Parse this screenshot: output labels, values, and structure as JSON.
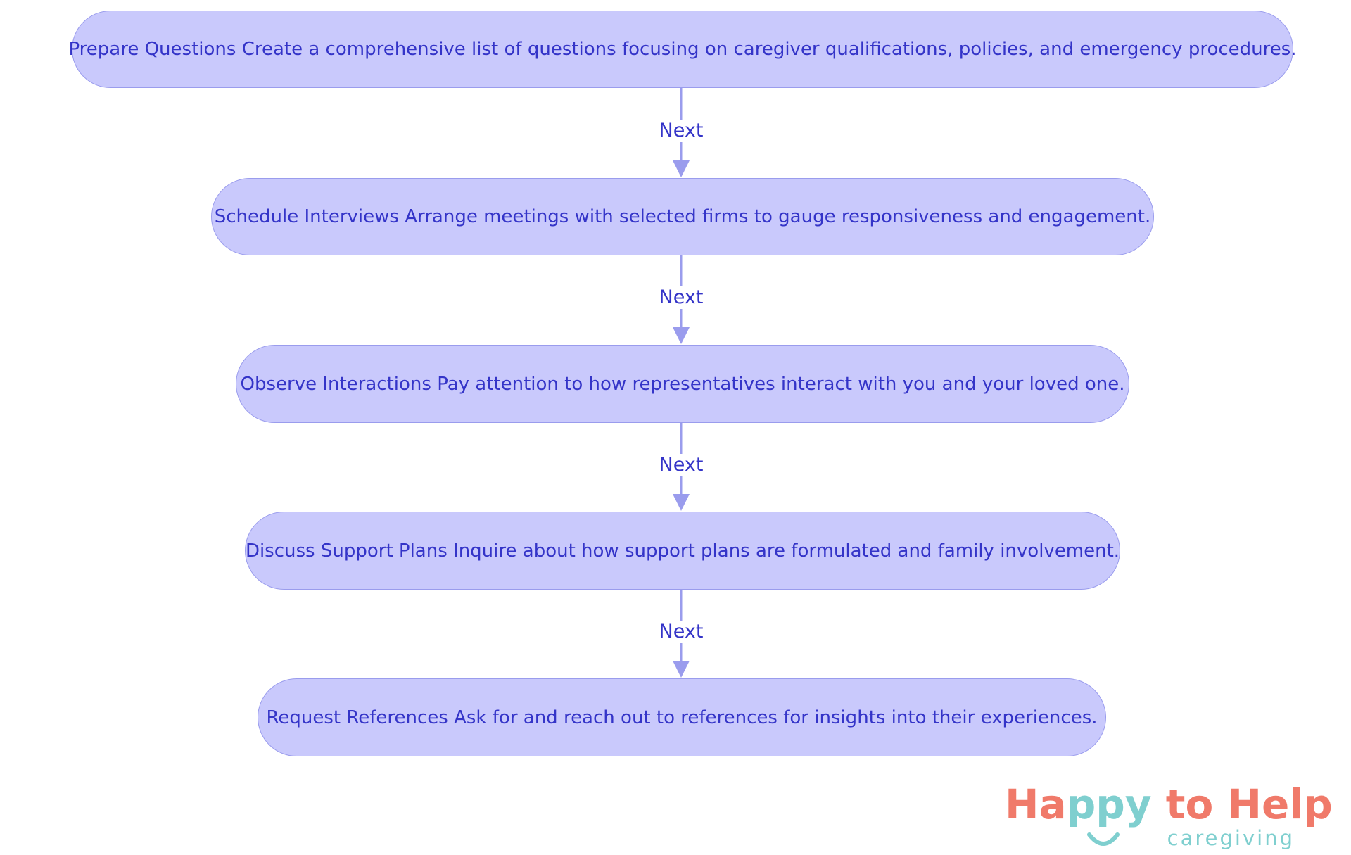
{
  "diagram": {
    "nodes": [
      {
        "text": "Prepare Questions Create a comprehensive list of questions focusing on caregiver qualifications, policies, and emergency procedures."
      },
      {
        "text": "Schedule Interviews Arrange meetings with selected firms to gauge responsiveness and engagement."
      },
      {
        "text": "Observe Interactions Pay attention to how representatives interact with you and your loved one."
      },
      {
        "text": "Discuss Support Plans Inquire about how support plans are formulated and family involvement."
      },
      {
        "text": "Request References Ask for and reach out to references for insights into their experiences."
      }
    ],
    "edges": [
      {
        "label": "Next"
      },
      {
        "label": "Next"
      },
      {
        "label": "Next"
      },
      {
        "label": "Next"
      }
    ]
  },
  "logo": {
    "part1": "Ha",
    "part2": "ppy",
    "part3": " to Help",
    "tagline": "caregiving"
  },
  "colors": {
    "node_fill": "#c9c9fc",
    "node_border": "#9a9ced",
    "text": "#3434c8",
    "logo_coral": "#f07a6a",
    "logo_teal": "#7fcfcf"
  }
}
